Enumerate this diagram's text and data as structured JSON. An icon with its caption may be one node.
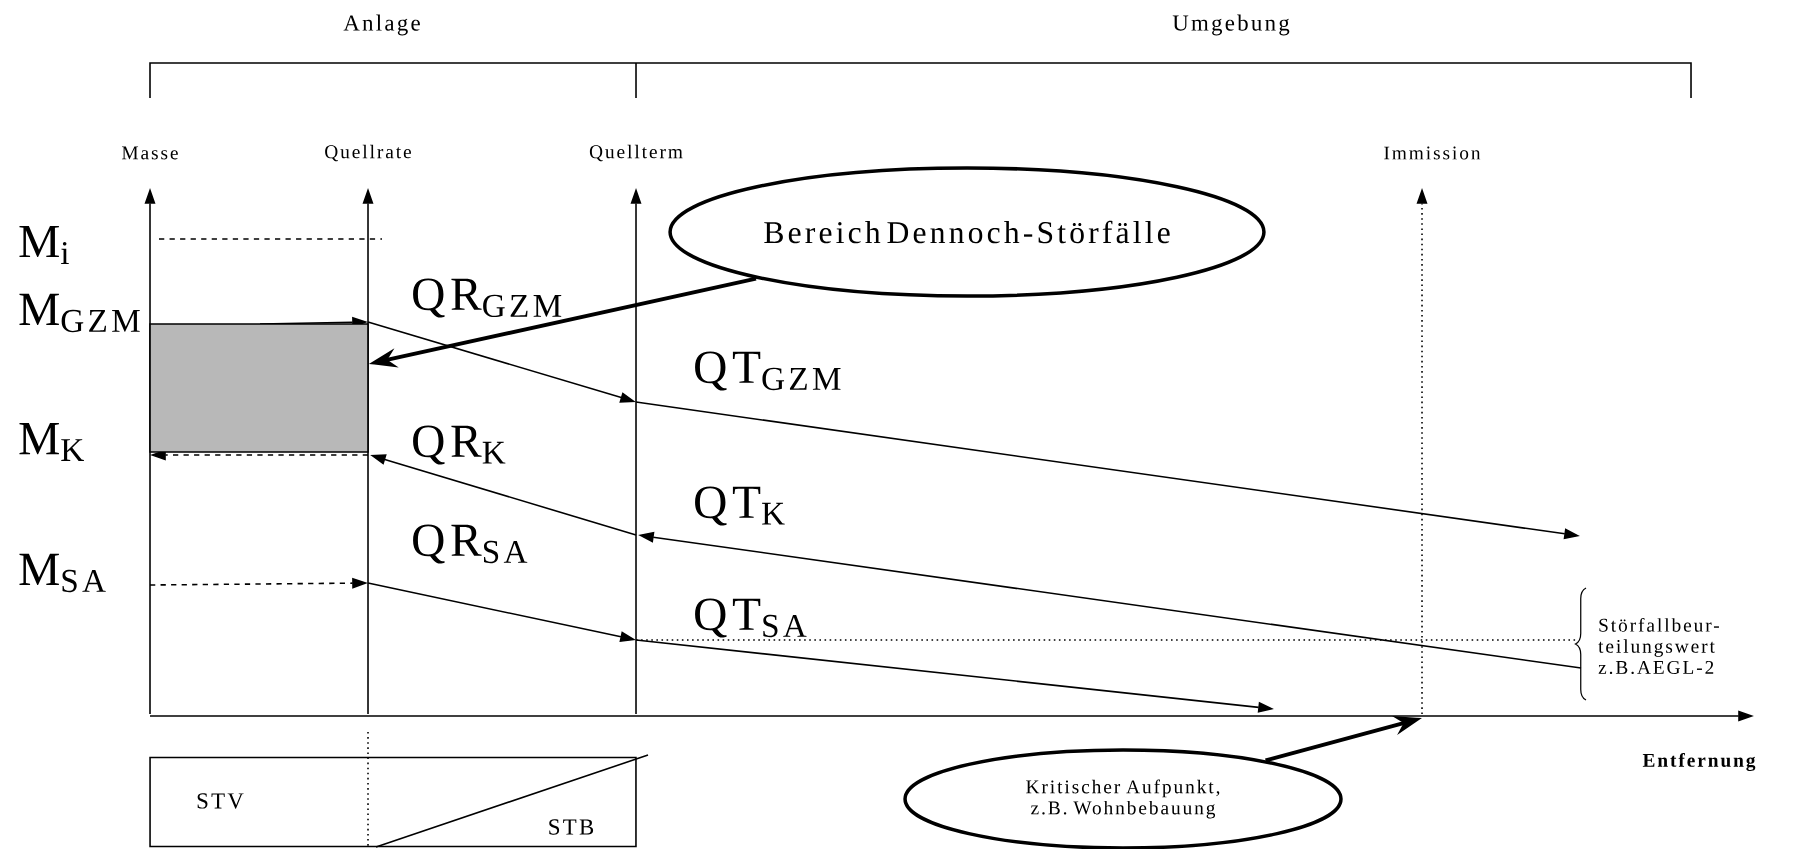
{
  "diagram": {
    "nodes": [
      {
        "text": [
          "Bereich Dennoch-Störfälle"
        ]
      },
      {
        "text": [],
        "shape": "box"
      },
      {
        "text": [
          "Kritischer Aufpunkt, z.B. Wohnbebauung"
        ]
      },
      {
        "text": [
          "STV",
          "STB"
        ]
      }
    ],
    "edges": [
      {
        "from": 0,
        "to": 1,
        "arrow": "to"
      },
      {
        "from": 2,
        "to": null,
        "arrow": "to"
      }
    ],
    "labels": [
      "Anlage",
      "Umgebung",
      "Masse",
      "Quellrate",
      "Quellterm",
      "Immission",
      "M$_{i}$",
      "M$_{GZM}$",
      "QR$_{GZM}$",
      "QT$_{GZM}$",
      "M$_{K}$",
      "QR$_{K}$",
      "QT$_{K}$",
      "M$_{SA}$",
      "QR$_{SA}$",
      "QT$_{SA}$",
      "Störfallbeur-teilungswert z.B.AEGL-2",
      "Entfernung"
    ]
  }
}
